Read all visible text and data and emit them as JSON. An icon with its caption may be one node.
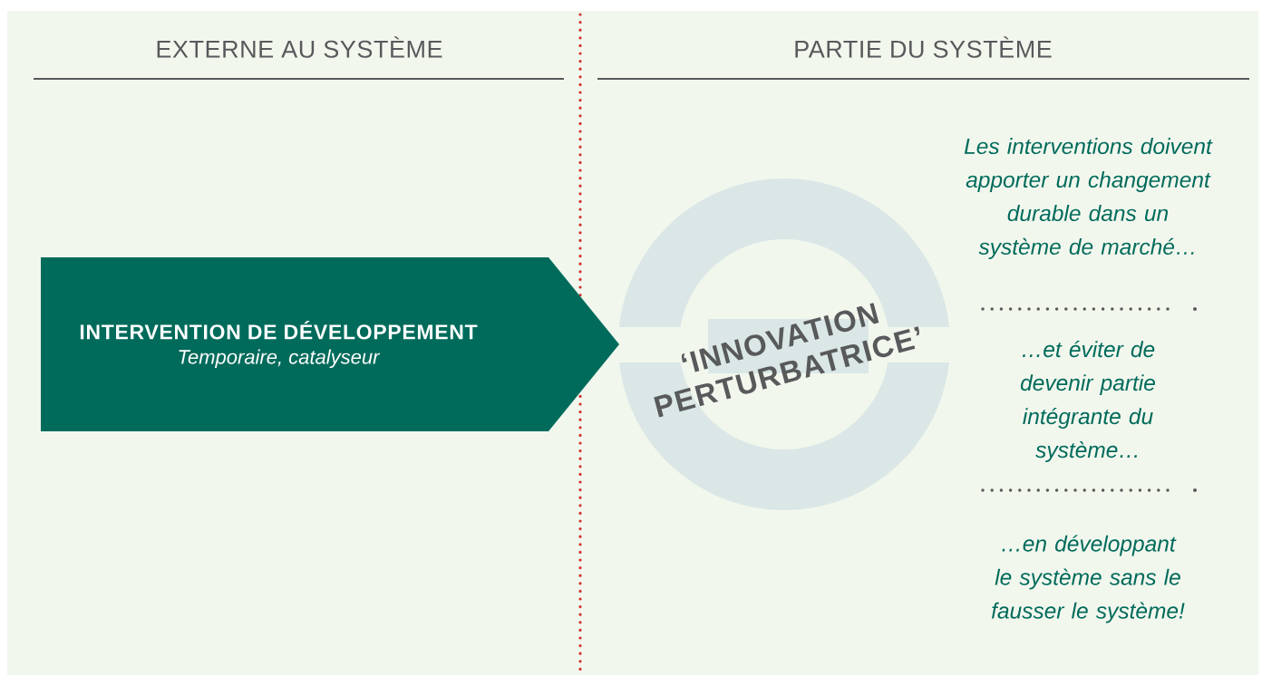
{
  "diagram": {
    "nodes": [
      {
        "text": [
          "INTERVENTION DE DÉVELOPPEMENT",
          "Temporaire, catalyseur"
        ]
      },
      {
        "text": [
          "‘INNOVATION PERTURBATRICE’"
        ]
      }
    ],
    "labels": [
      "EXTERNE AU SYSTÈME",
      "PARTIE DU SYSTÈME",
      "Les interventions doivent apporter un changement durable dans un système de marché…",
      "…et éviter de devenir partie intégrante du système…",
      "…en développant le système sans le fausser le système!"
    ]
  }
}
